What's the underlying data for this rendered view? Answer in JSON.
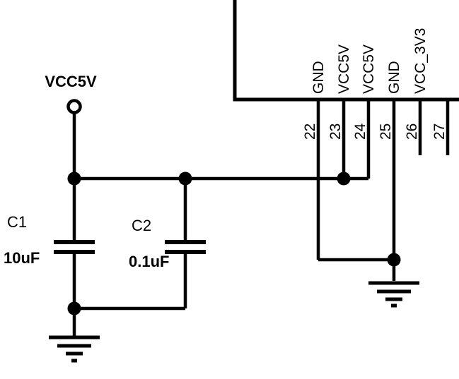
{
  "schematic": {
    "power_net": {
      "label": "VCC5V"
    },
    "capacitors": [
      {
        "ref": "C1",
        "value": "10uF"
      },
      {
        "ref": "C2",
        "value": "0.1uF"
      }
    ],
    "ic": {
      "pins": [
        {
          "number": "22",
          "name": "GND"
        },
        {
          "number": "23",
          "name": "VCC5V"
        },
        {
          "number": "24",
          "name": "VCC5V"
        },
        {
          "number": "25",
          "name": "GND"
        },
        {
          "number": "26",
          "name": "VCC_3V3"
        },
        {
          "number": "27",
          "name": ""
        }
      ]
    },
    "colors": {
      "line": "#000000",
      "background": "#ffffff"
    }
  }
}
